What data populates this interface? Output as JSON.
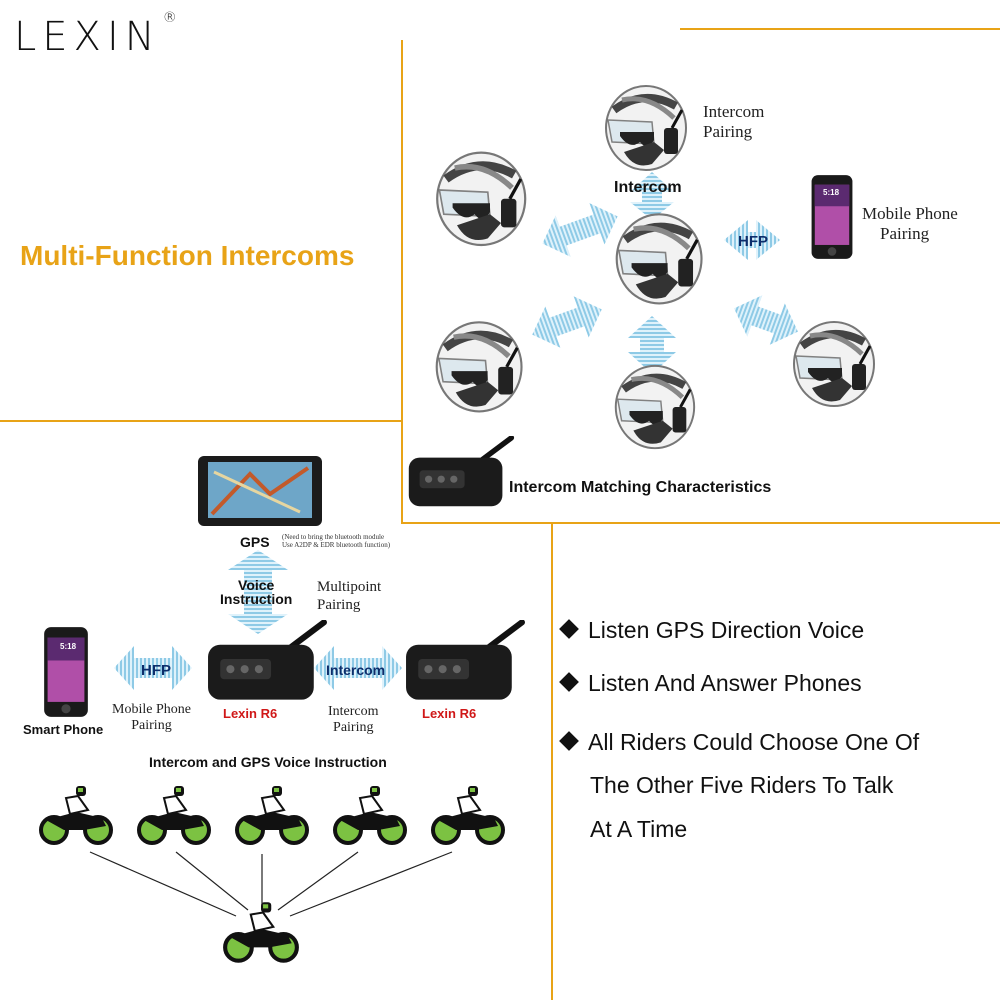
{
  "brand": {
    "name": "LEXIN",
    "mark": "®"
  },
  "headline": "Multi-Function Intercoms",
  "top_panel": {
    "intercom_pairing": [
      "Intercom",
      "Pairing"
    ],
    "intercom_arrow": "Intercom",
    "hfp_arrow": "HFP",
    "mobile_phone_pairing": [
      "Mobile Phone",
      "Pairing"
    ],
    "caption": "Intercom Matching Characteristics",
    "phone_time": "5:18"
  },
  "bottom_panel": {
    "gps_label": "GPS",
    "gps_note": [
      "(Need to bring the bluetooth module",
      "Use A2DP & EDR bluetooth function)"
    ],
    "voice_instruction": [
      "Voice",
      "Instruction"
    ],
    "multipoint_pairing": [
      "Multipoint",
      "Pairing"
    ],
    "hfp_arrow": "HFP",
    "intercom_arrow": "Intercom",
    "device_left": "Lexin R6",
    "device_right": "Lexin R6",
    "smart_phone": "Smart Phone",
    "mobile_phone_pairing": [
      "Mobile Phone",
      "Pairing"
    ],
    "intercom_pairing": [
      "Intercom",
      "Pairing"
    ],
    "caption": "Intercom and GPS Voice Instruction",
    "phone_time": "5:18"
  },
  "features": [
    "Listen GPS Direction Voice",
    "Listen And Answer Phones",
    "All Riders Could Choose One Of"
  ],
  "feature_continuation": [
    "The Other Five Riders To Talk",
    "At A Time"
  ],
  "colors": {
    "accent": "#e8a317",
    "arrow": "#8ecae6",
    "navy": "#0c2d6b",
    "rider_green": "#7cc242"
  }
}
